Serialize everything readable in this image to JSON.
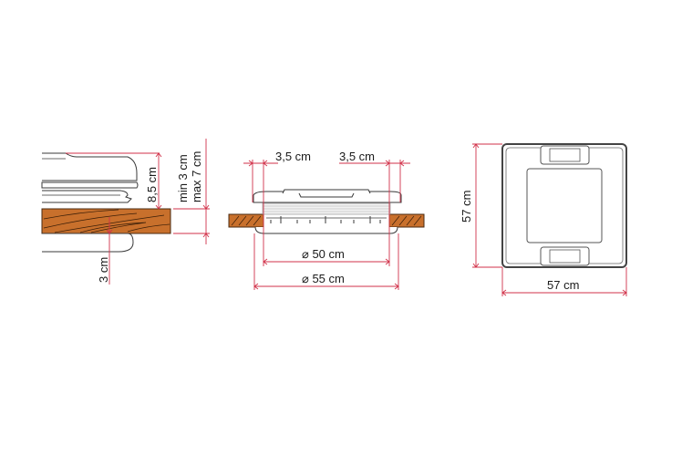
{
  "diagram": {
    "side_view": {
      "height_label": "8,5 cm",
      "roof_thickness_label_line1": "min 3 cm",
      "roof_thickness_label_line2": "max 7 cm",
      "inner_depth_label": "3 cm"
    },
    "front_view": {
      "left_margin_label": "3,5 cm",
      "right_margin_label": "3,5 cm",
      "cutout_label": "⌀ 50 cm",
      "outer_label": "⌀ 55 cm"
    },
    "top_view": {
      "height_label": "57 cm",
      "width_label": "57 cm"
    },
    "colors": {
      "dimension_line": "#d2324a",
      "wood": "#c8702c",
      "outline": "#3a3a3a"
    }
  }
}
